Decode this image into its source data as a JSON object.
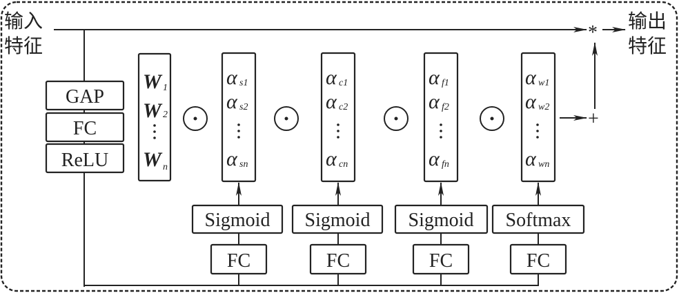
{
  "input_label": [
    "输入",
    "特征"
  ],
  "output_label": [
    "输出",
    "特征"
  ],
  "left_stack": [
    "GAP",
    "FC",
    "ReLU"
  ],
  "weight_vector": {
    "symbol": "W",
    "subscripts": [
      "1",
      "2",
      "n"
    ]
  },
  "operator_symbol": "⊙",
  "multiply_symbol": "*",
  "add_symbol": "+",
  "vdots": "⋮",
  "attention_branches": [
    {
      "symbol": "α",
      "subscripts": [
        "s1",
        "s2",
        "sn"
      ],
      "activation": "Sigmoid",
      "fc": "FC"
    },
    {
      "symbol": "α",
      "subscripts": [
        "c1",
        "c2",
        "cn"
      ],
      "activation": "Sigmoid",
      "fc": "FC"
    },
    {
      "symbol": "α",
      "subscripts": [
        "f1",
        "f2",
        "fn"
      ],
      "activation": "Sigmoid",
      "fc": "FC"
    },
    {
      "symbol": "α",
      "subscripts": [
        "w1",
        "w2",
        "wn"
      ],
      "activation": "Softmax",
      "fc": "FC"
    }
  ],
  "colors": {
    "stroke": "#222222",
    "background": "#ffffff"
  }
}
